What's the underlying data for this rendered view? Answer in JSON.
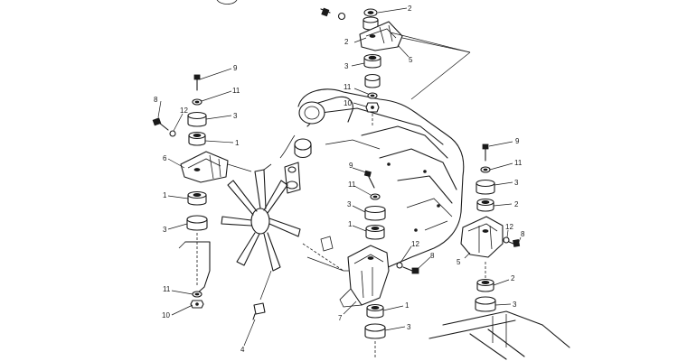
{
  "callouts": [
    {
      "id": "c-top-2",
      "text": "2"
    },
    {
      "id": "c-top-2b",
      "text": "2"
    },
    {
      "id": "c-top-5",
      "text": "5"
    },
    {
      "id": "c-top-3",
      "text": "3"
    },
    {
      "id": "c-top-11",
      "text": "11"
    },
    {
      "id": "c-top-10",
      "text": "10"
    },
    {
      "id": "c-left-9",
      "text": "9"
    },
    {
      "id": "c-left-11",
      "text": "11"
    },
    {
      "id": "c-left-8",
      "text": "8"
    },
    {
      "id": "c-left-12",
      "text": "12"
    },
    {
      "id": "c-left-3",
      "text": "3"
    },
    {
      "id": "c-left-1",
      "text": "1"
    },
    {
      "id": "c-left-6",
      "text": "6"
    },
    {
      "id": "c-left-1b",
      "text": "1"
    },
    {
      "id": "c-left-3b",
      "text": "3"
    },
    {
      "id": "c-left-11b",
      "text": "11"
    },
    {
      "id": "c-left-10",
      "text": "10"
    },
    {
      "id": "c-bot-4",
      "text": "4"
    },
    {
      "id": "c-mid-9",
      "text": "9"
    },
    {
      "id": "c-mid-11",
      "text": "11"
    },
    {
      "id": "c-mid-3",
      "text": "3"
    },
    {
      "id": "c-mid-1",
      "text": "1"
    },
    {
      "id": "c-mid-12",
      "text": "12"
    },
    {
      "id": "c-mid-8",
      "text": "8"
    },
    {
      "id": "c-mid-7",
      "text": "7"
    },
    {
      "id": "c-mid-1b",
      "text": "1"
    },
    {
      "id": "c-mid-3b",
      "text": "3"
    },
    {
      "id": "c-right-9",
      "text": "9"
    },
    {
      "id": "c-right-11",
      "text": "11"
    },
    {
      "id": "c-right-3",
      "text": "3"
    },
    {
      "id": "c-right-2",
      "text": "2"
    },
    {
      "id": "c-right-12",
      "text": "12"
    },
    {
      "id": "c-right-8",
      "text": "8"
    },
    {
      "id": "c-right-5",
      "text": "5"
    },
    {
      "id": "c-right-2b",
      "text": "2"
    },
    {
      "id": "c-right-3b",
      "text": "3"
    }
  ]
}
